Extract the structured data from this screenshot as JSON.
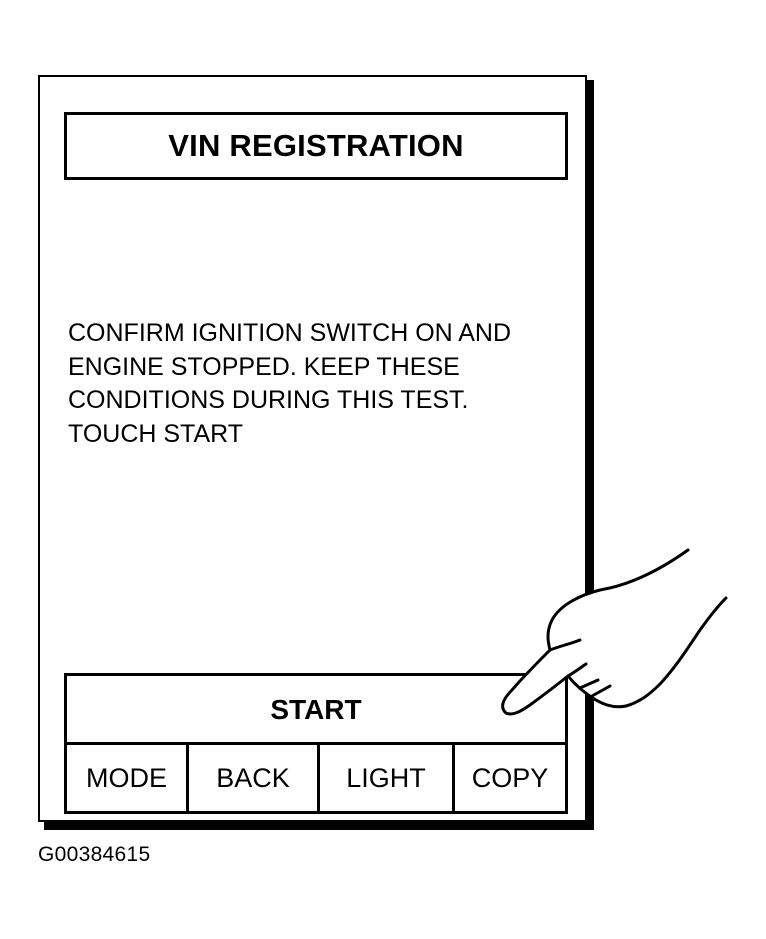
{
  "screen": {
    "title": "VIN REGISTRATION",
    "message_lines": [
      "CONFIRM IGNITION SWITCH ON AND",
      "ENGINE STOPPED. KEEP THESE",
      "CONDITIONS DURING THIS TEST.",
      "TOUCH START"
    ],
    "start_label": "START",
    "soft_keys": {
      "mode": "MODE",
      "back": "BACK",
      "light": "LIGHT",
      "copy": "COPY"
    }
  },
  "figure_id": "G00384615",
  "icons": {
    "pointing_hand": "pointing-hand-icon"
  },
  "colors": {
    "line": "#000000",
    "background": "#ffffff"
  }
}
